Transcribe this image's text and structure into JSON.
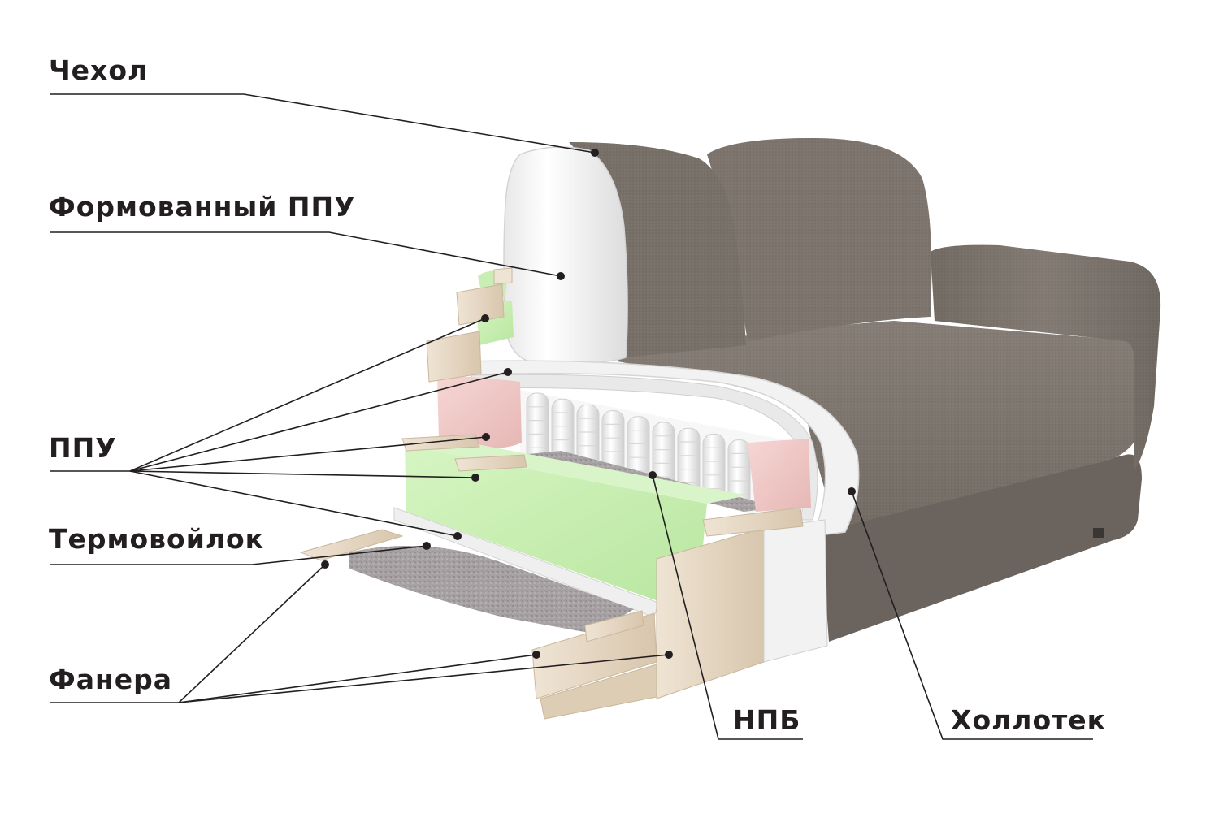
{
  "labels": {
    "cover": "Чехол",
    "molded_foam": "Формованный ППУ",
    "foam": "ППУ",
    "felt": "Термовойлок",
    "plywood": "Фанера",
    "spring_block": "НПБ",
    "hollotek": "Холлотек"
  },
  "colors": {
    "fabric": "#7b736c",
    "fabric_dark": "#5e5852",
    "fabric_light": "#8d857e",
    "molded_foam": "#f3f3f3",
    "green_foam": "#c6eeb0",
    "pink_foam": "#efc6c4",
    "wood": "#e4d6c2",
    "felt": "#a9a4a4",
    "leader_line": "#231f20"
  }
}
